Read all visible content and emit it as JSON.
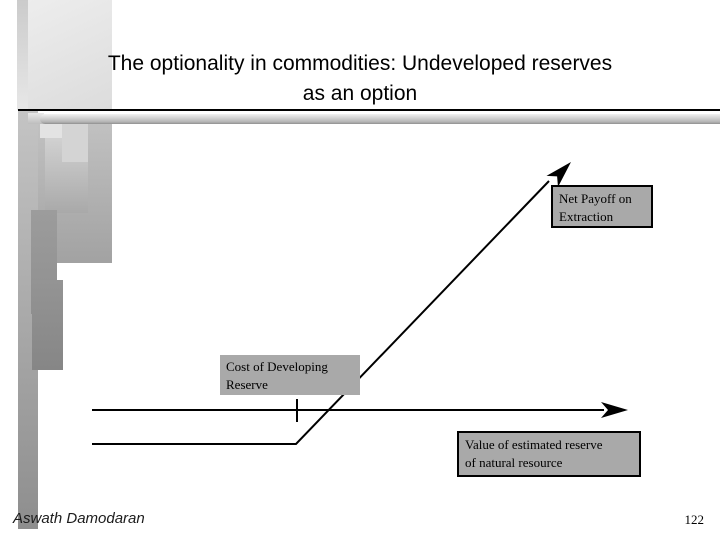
{
  "slide": {
    "title_line1": "The optionality in commodities: Undeveloped reserves",
    "title_line2": "as an option",
    "footer_author": "Aswath Damodaran",
    "page_number": "122"
  },
  "diagram": {
    "type": "payoff-diagram",
    "boxes": {
      "net_payoff": {
        "line1": "Net Payoff on",
        "line2": "Extraction"
      },
      "cost": {
        "line1": "Cost of Developing",
        "line2": "Reserve"
      },
      "value": {
        "line1": "Value of estimated reserve",
        "line2": "of natural resource"
      }
    },
    "colors": {
      "label_box_fill": "#a9a9a9",
      "label_box_border": "#000000",
      "line": "#000000"
    }
  }
}
